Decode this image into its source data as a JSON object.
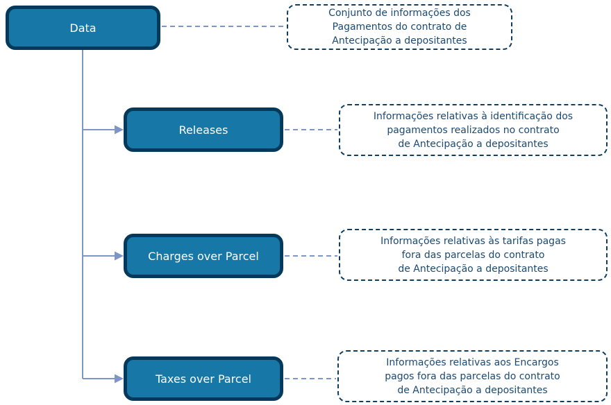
{
  "diagram": {
    "nodes": [
      {
        "label": "Data",
        "note_lines": [
          "Conjunto de informações dos",
          "Pagamentos do contrato de",
          "Antecipação a depositantes"
        ]
      },
      {
        "label": "Releases",
        "note_lines": [
          "Informações relativas à identificação dos",
          "pagamentos realizados no contrato",
          "de Antecipação a depositantes"
        ]
      },
      {
        "label": "Charges over Parcel",
        "note_lines": [
          "Informações relativas às tarifas pagas",
          "fora das parcelas do contrato",
          "de Antecipação a depositantes"
        ]
      },
      {
        "label": "Taxes over Parcel",
        "note_lines": [
          "Informações relativas aos Encargos",
          "pagos fora das parcelas do contrato",
          "de Antecipação a depositantes"
        ]
      }
    ],
    "colors": {
      "node_fill": "#1777A6",
      "node_border": "#04395C",
      "connector": "#7E96C7",
      "note_border": "#0F3E63",
      "note_text": "#1B4A73",
      "canvas_bg": "#FFFFFF"
    }
  }
}
